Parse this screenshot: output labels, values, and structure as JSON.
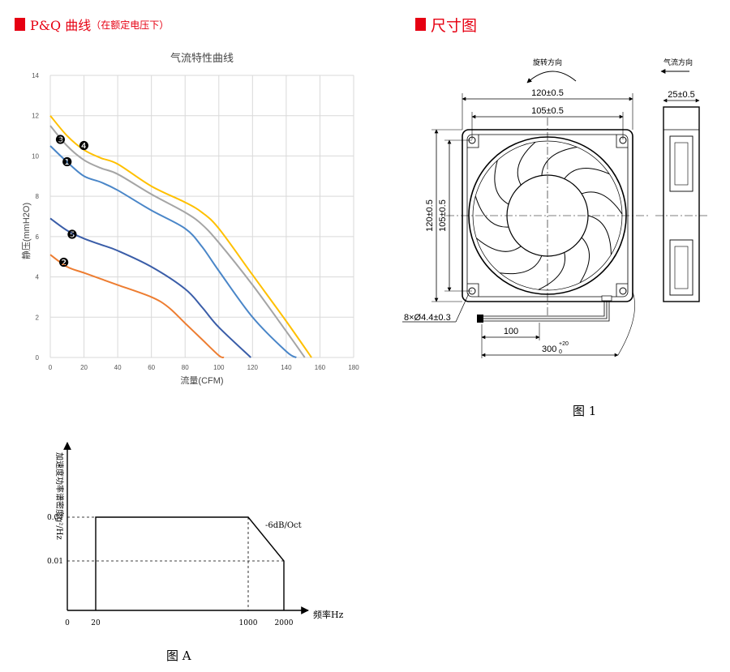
{
  "pq_header": {
    "main": "P&Q 曲线",
    "sub": "（在额定电压下）"
  },
  "dim_header": {
    "title": "尺寸图"
  },
  "chart_data": [
    {
      "type": "line",
      "title": "气流特性曲线",
      "xlabel": "流量(CFM)",
      "ylabel": "静压(mmH2O)",
      "xlim": [
        0,
        180
      ],
      "ylim": [
        0,
        14
      ],
      "xticks": [
        "0",
        "20",
        "40",
        "60",
        "80",
        "100",
        "120",
        "140",
        "160",
        "180"
      ],
      "yticks": [
        "0",
        "2",
        "4",
        "6",
        "8",
        "10",
        "12",
        "14"
      ],
      "grid": true,
      "series": [
        {
          "name": "❶",
          "color": "#4a86c8",
          "label_at": [
            10,
            9.7
          ],
          "x": [
            0,
            10,
            20,
            30,
            40,
            60,
            80,
            90,
            100,
            120,
            140,
            146
          ],
          "y": [
            10.5,
            9.7,
            9.0,
            8.7,
            8.3,
            7.3,
            6.4,
            5.5,
            4.3,
            2.0,
            0.3,
            0
          ]
        },
        {
          "name": "❷",
          "color": "#ed7d31",
          "label_at": [
            8,
            4.7
          ],
          "x": [
            0,
            10,
            20,
            30,
            40,
            60,
            70,
            80,
            90,
            100,
            103
          ],
          "y": [
            5.1,
            4.5,
            4.2,
            3.9,
            3.6,
            3.0,
            2.5,
            1.7,
            0.9,
            0.1,
            0
          ]
        },
        {
          "name": "❸",
          "color": "#a5a5a5",
          "label_at": [
            6,
            10.8
          ],
          "x": [
            0,
            10,
            20,
            30,
            40,
            60,
            80,
            90,
            100,
            120,
            140,
            151
          ],
          "y": [
            11.5,
            10.5,
            9.8,
            9.4,
            9.1,
            8.1,
            7.2,
            6.6,
            5.7,
            3.6,
            1.3,
            0
          ]
        },
        {
          "name": "❹",
          "color": "#ffc000",
          "label_at": [
            20,
            10.5
          ],
          "x": [
            0,
            10,
            20,
            30,
            40,
            60,
            80,
            90,
            100,
            120,
            140,
            155
          ],
          "y": [
            12.0,
            11.0,
            10.3,
            9.9,
            9.6,
            8.5,
            7.7,
            7.2,
            6.4,
            4.1,
            1.8,
            0
          ]
        },
        {
          "name": "❺",
          "color": "#3a5da8",
          "label_at": [
            13,
            6.1
          ],
          "x": [
            0,
            10,
            20,
            30,
            40,
            60,
            80,
            90,
            100,
            119
          ],
          "y": [
            6.9,
            6.3,
            5.9,
            5.6,
            5.3,
            4.5,
            3.4,
            2.5,
            1.5,
            0
          ]
        }
      ]
    },
    {
      "type": "line",
      "title": "",
      "xlabel": "频率Hz",
      "ylabel": "加速度功率谱密度g²/Hz",
      "xticks": [
        "0",
        "20",
        "1000",
        "2000"
      ],
      "yticks": [
        "0.04",
        "0.01"
      ],
      "annotation": "-6dB/Oct",
      "x": [
        20,
        20,
        1000,
        2000,
        2000
      ],
      "y": [
        0,
        0.04,
        0.04,
        0.01,
        0
      ]
    }
  ],
  "dimensions": {
    "rotation_label": "旋转方向",
    "airflow_label": "气流方向",
    "overall_width": "120±0.5",
    "hole_spacing_width": "105±0.5",
    "overall_height": "120±0.5",
    "hole_spacing_height": "105±0.5",
    "thickness": "25±0.5",
    "holes": "8×Ø4.4±0.3",
    "wire_strip": "100",
    "wire_length": "300",
    "wire_tol_upper": "+20",
    "wire_tol_lower": "0"
  },
  "captions": {
    "fig1": "图 1",
    "figA": "图 A"
  }
}
